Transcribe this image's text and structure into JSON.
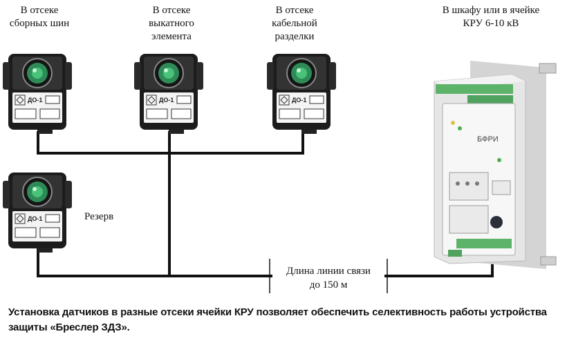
{
  "labels": {
    "busbar": "В отсеке сборных шин",
    "withdrawable": "В отсеке выкатного элемента",
    "cable": "В отсеке кабельной разделки",
    "cabinet": "В шкафу или в ячейке КРУ 6-10 кВ",
    "reserve": "Резерв"
  },
  "sensor_model": "ДО-1",
  "line_length": {
    "line1": "Длина линии связи",
    "line2": "до 150 м"
  },
  "device_label": "БФРИ",
  "caption": "Установка датчиков в разные отсеки ячейки КРУ позволяет обеспечить селективность работы устройства защиты «Бреслер ЗДЗ»."
}
